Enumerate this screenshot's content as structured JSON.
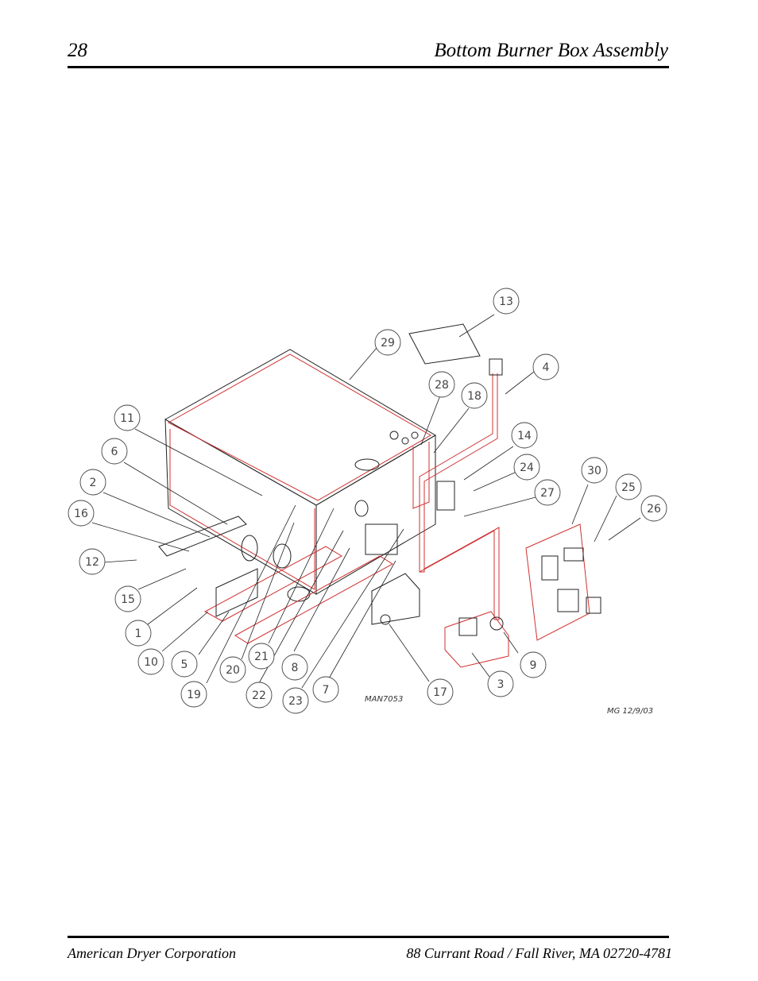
{
  "header": {
    "page_number": "28",
    "title": "Bottom Burner Box Assembly"
  },
  "footer": {
    "company": "American Dryer Corporation",
    "address": "88 Currant Road / Fall River, MA 02720-4781"
  },
  "drawing": {
    "drawing_number": "MAN7053",
    "signature": "MG 12/9/03",
    "callouts": [
      "13",
      "29",
      "4",
      "28",
      "18",
      "11",
      "14",
      "6",
      "24",
      "30",
      "2",
      "27",
      "25",
      "26",
      "16",
      "12",
      "15",
      "1",
      "10",
      "5",
      "20",
      "21",
      "8",
      "19",
      "22",
      "23",
      "7",
      "17",
      "3",
      "9"
    ]
  }
}
